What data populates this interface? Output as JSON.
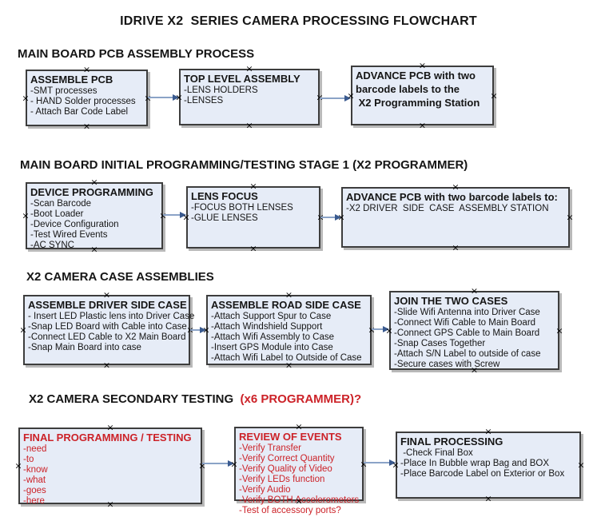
{
  "title": "IDRIVE X2  SERIES CAMERA PROCESSING FLOWCHART",
  "glyphs": {
    "connection_marker": "×"
  },
  "colors": {
    "box_fill": "#e6ecf7",
    "box_border": "#3d3d3d",
    "black_text": "#151515",
    "red_text": "#cc2228",
    "arrow_line": "#8ba3c7",
    "arrow_head": "#3a5a8f"
  },
  "sections": [
    {
      "heading": "MAIN BOARD PCB ASSEMBLY PROCESS",
      "boxes": [
        {
          "title": "ASSEMBLE PCB",
          "items": [
            "-SMT processes",
            "- HAND Solder processes",
            "- Attach Bar Code Label"
          ]
        },
        {
          "title": "TOP LEVEL ASSEMBLY",
          "items": [
            "-LENS HOLDERS",
            "-LENSES"
          ]
        },
        {
          "title": "ADVANCE PCB with two\nbarcode labels to the\n X2 Programming Station",
          "items": []
        }
      ]
    },
    {
      "heading": "MAIN BOARD INITIAL PROGRAMMING/TESTING STAGE 1 (X2 PROGRAMMER)",
      "boxes": [
        {
          "title": "DEVICE PROGRAMMING",
          "items": [
            "-Scan Barcode",
            "-Boot Loader",
            "-Device Configuration",
            "-Test Wired Events",
            "-AC SYNC"
          ]
        },
        {
          "title": "LENS FOCUS",
          "items": [
            "-FOCUS BOTH LENSES",
            "-GLUE LENSES"
          ]
        },
        {
          "title": "ADVANCE PCB with two barcode labels to:",
          "items": [
            "-X2 DRIVER  SIDE  CASE  ASSEMBLY STATION"
          ]
        }
      ]
    },
    {
      "heading": "X2 CAMERA CASE ASSEMBLIES",
      "boxes": [
        {
          "title": "ASSEMBLE DRIVER SIDE CASE",
          "items": [
            "- Insert LED Plastic lens into Driver Case",
            "-Snap LED Board with Cable into Case",
            "-Connect LED Cable to X2 Main Board",
            "-Snap Main Board into case"
          ]
        },
        {
          "title": "ASSEMBLE ROAD SIDE CASE",
          "items": [
            "-Attach Support Spur to Case",
            "-Attach Windshield Support",
            "-Attach Wifi Assembly to Case",
            "-Insert GPS Module into Case",
            "-Attach Wifi Label to Outside of Case"
          ]
        },
        {
          "title": "JOIN THE TWO CASES",
          "items": [
            "-Slide Wifi Antenna into Driver Case",
            "-Connect Wifi Cable to Main Board",
            "-Connect GPS Cable to Main Board",
            "-Snap Cases Together",
            "-Attach S/N Label to outside of case",
            "-Secure cases with Screw"
          ]
        }
      ]
    },
    {
      "heading": "X2 CAMERA SECONDARY TESTING",
      "heading_suffix": "  (x6 PROGRAMMER)?",
      "boxes": [
        {
          "title": "FINAL PROGRAMMING / TESTING",
          "items": [
            "-need",
            "-to",
            "-know",
            "-what",
            "-goes",
            "-here"
          ]
        },
        {
          "title": "REVIEW OF EVENTS",
          "items": [
            "-Verify Transfer",
            "-Verify Correct Quantity",
            "-Verify Quality of Video",
            "-Verify LEDs function",
            "-Verify Audio",
            "-Verify BOTH Accelerometers",
            "-Test of accessory ports?"
          ]
        },
        {
          "title": "FINAL PROCESSING",
          "items": [
            " -Check Final Box",
            "-Place In Bubble wrap Bag and BOX",
            "-Place Barcode Label on Exterior or Box"
          ]
        }
      ]
    }
  ]
}
